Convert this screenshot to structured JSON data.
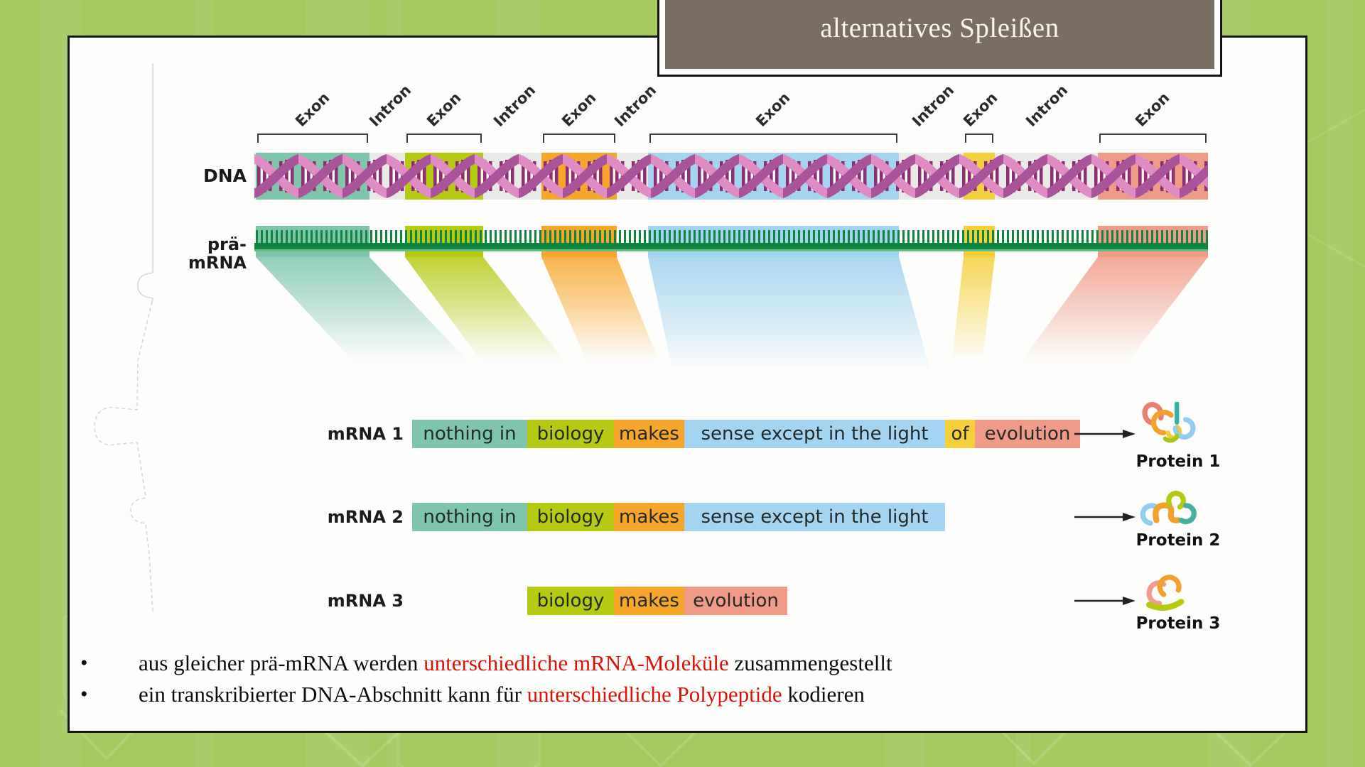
{
  "title_bar": {
    "label": "alternatives Spleißen",
    "background": "#7a6e63"
  },
  "colors": {
    "page_background": "#a4ca60",
    "exon_teal": "#7fc5ac",
    "exon_green": "#b6ca14",
    "exon_orange": "#f6a62b",
    "exon_blue": "#a3d4f1",
    "exon_yellow": "#f6d03c",
    "exon_salmon": "#f09b87",
    "intron_gray": "#e9e9e7",
    "premrna_comb_green": "#10853f",
    "dna_helix_pink": "#df8cc5",
    "dna_helix_purple": "#a9539b",
    "highlight_red": "#dd1205"
  },
  "diagram": {
    "dna_label": "DNA",
    "premrna_label": "prä-mRNA",
    "gene_track_labels": [
      {
        "label": "Exon"
      },
      {
        "label": "Intron"
      },
      {
        "label": "Exon"
      },
      {
        "label": "Intron"
      },
      {
        "label": "Exon"
      },
      {
        "label": "Intron"
      },
      {
        "label": "Exon"
      },
      {
        "label": "Intron"
      },
      {
        "label": "Exon"
      },
      {
        "label": "Intron"
      },
      {
        "label": "Exon"
      }
    ],
    "mrna_rows": [
      {
        "label": "mRNA 1",
        "segments": [
          "nothing in",
          "biology",
          "makes",
          "sense except in the light",
          "of",
          "evolution"
        ],
        "protein_label": "Protein 1"
      },
      {
        "label": "mRNA 2",
        "segments": [
          "nothing in",
          "biology",
          "makes",
          "sense except in the light"
        ],
        "protein_label": "Protein 2"
      },
      {
        "label": "mRNA 3",
        "segments": [
          "biology",
          "makes",
          "evolution"
        ],
        "protein_label": "Protein 3"
      }
    ]
  },
  "bullets": [
    {
      "pre": "aus gleicher prä-mRNA werden ",
      "highlight": "unterschiedliche mRNA-Moleküle",
      "post": " zusammengestellt"
    },
    {
      "pre": "ein transkribierter DNA-Abschnitt kann für ",
      "highlight": "unterschiedliche Polypeptide",
      "post": " kodieren"
    }
  ]
}
